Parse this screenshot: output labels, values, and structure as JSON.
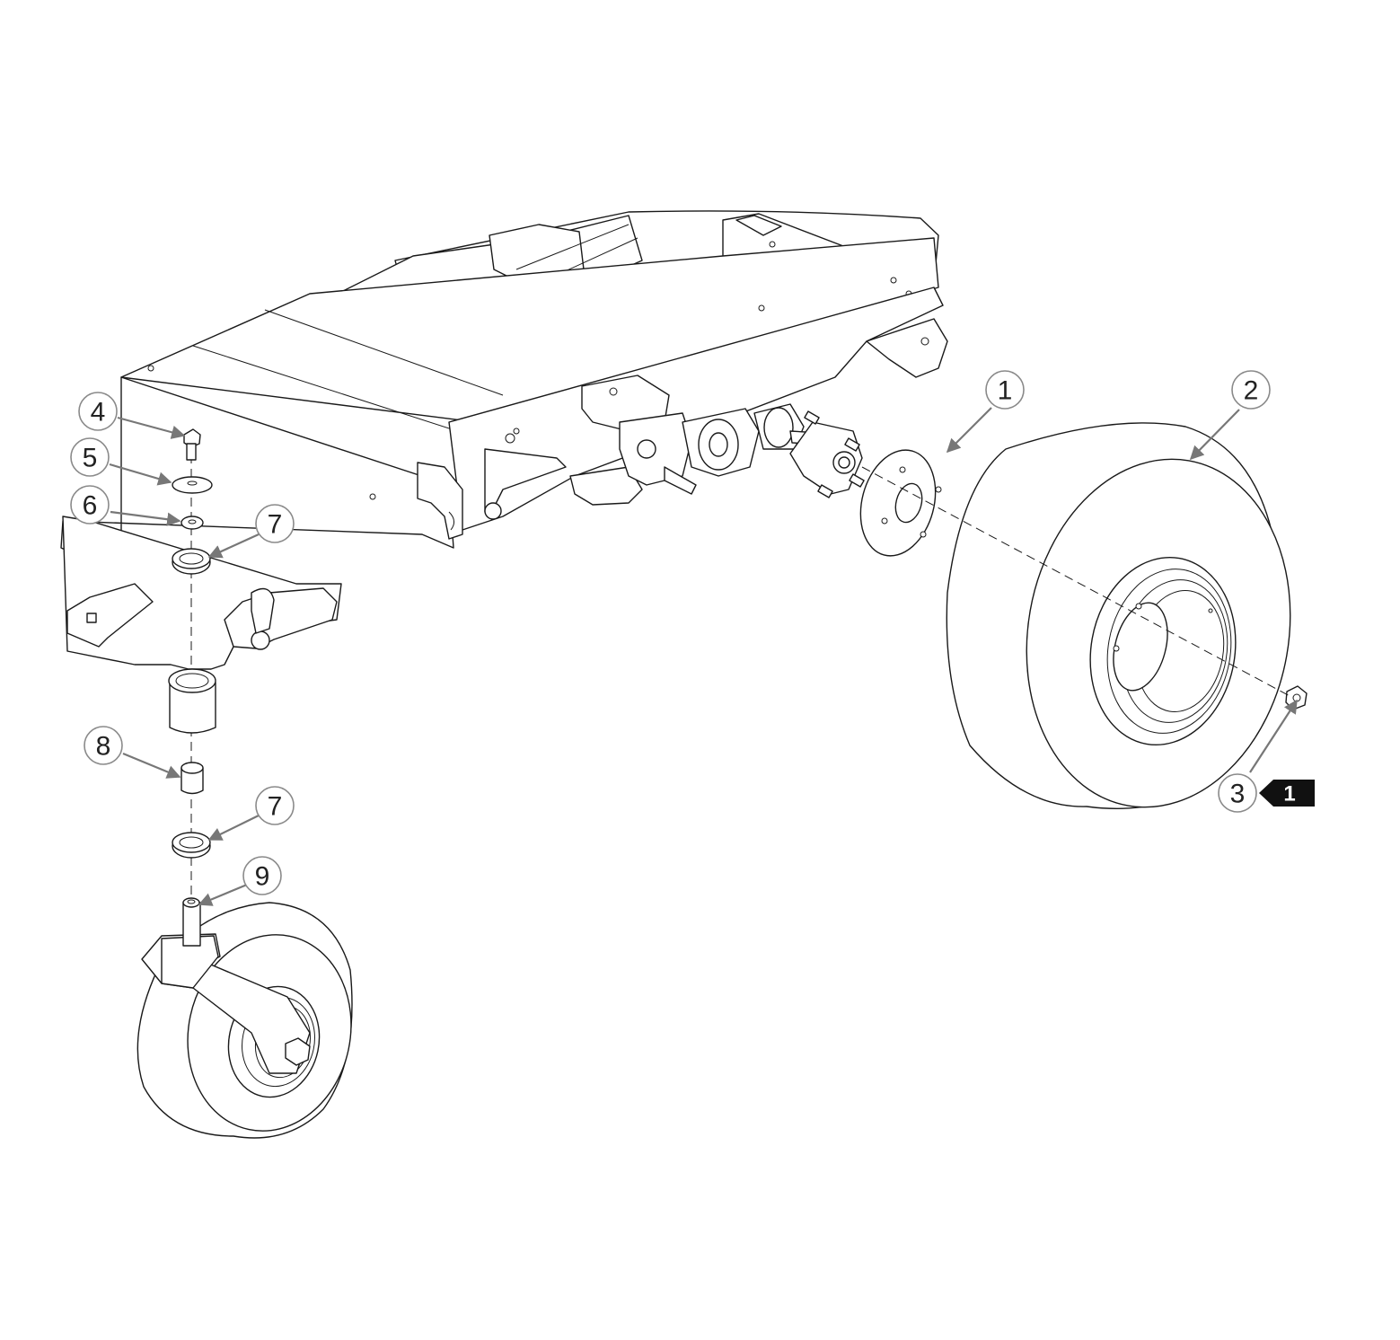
{
  "callouts": [
    {
      "label": "1"
    },
    {
      "label": "2"
    },
    {
      "label": "3"
    },
    {
      "label": "4"
    },
    {
      "label": "5"
    },
    {
      "label": "6"
    },
    {
      "label": "7"
    },
    {
      "label": "7"
    },
    {
      "label": "8"
    },
    {
      "label": "9"
    }
  ],
  "note_tag": {
    "label": "1"
  },
  "colors": {
    "line": "#1a1a1a",
    "leader": "#777777",
    "tag": "#111111"
  }
}
